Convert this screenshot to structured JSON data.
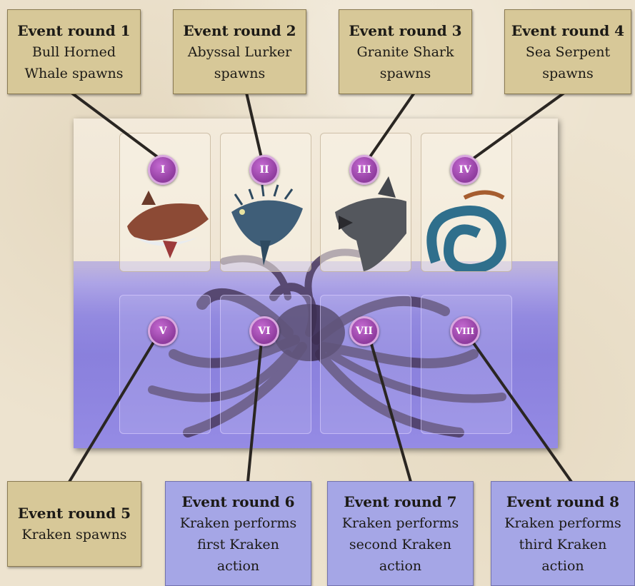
{
  "callouts": [
    {
      "title": "Event round 1",
      "body": "Bull Horned\nWhale spawns"
    },
    {
      "title": "Event round 2",
      "body": "Abyssal Lurker\nspawns"
    },
    {
      "title": "Event round 3",
      "body": "Granite Shark\nspawns"
    },
    {
      "title": "Event round 4",
      "body": "Sea Serpent\nspawns"
    },
    {
      "title": "Event round 5",
      "body": "Kraken spawns"
    },
    {
      "title": "Event round 6",
      "body": "Kraken performs\nfirst Kraken\naction"
    },
    {
      "title": "Event round 7",
      "body": "Kraken performs\nsecond Kraken\naction"
    },
    {
      "title": "Event round 8",
      "body": "Kraken performs\nthird Kraken\naction"
    }
  ],
  "badges": [
    "I",
    "II",
    "III",
    "IV",
    "V",
    "VI",
    "VII",
    "VIII"
  ],
  "colors": {
    "callout_tan": "#d7c898",
    "callout_blue": "#a5a6e6",
    "badge_purple": "#a34db3",
    "connector": "#2a2622"
  },
  "illustrations": [
    "bull-horned-whale",
    "abyssal-lurker",
    "granite-shark",
    "sea-serpent",
    "kraken"
  ]
}
